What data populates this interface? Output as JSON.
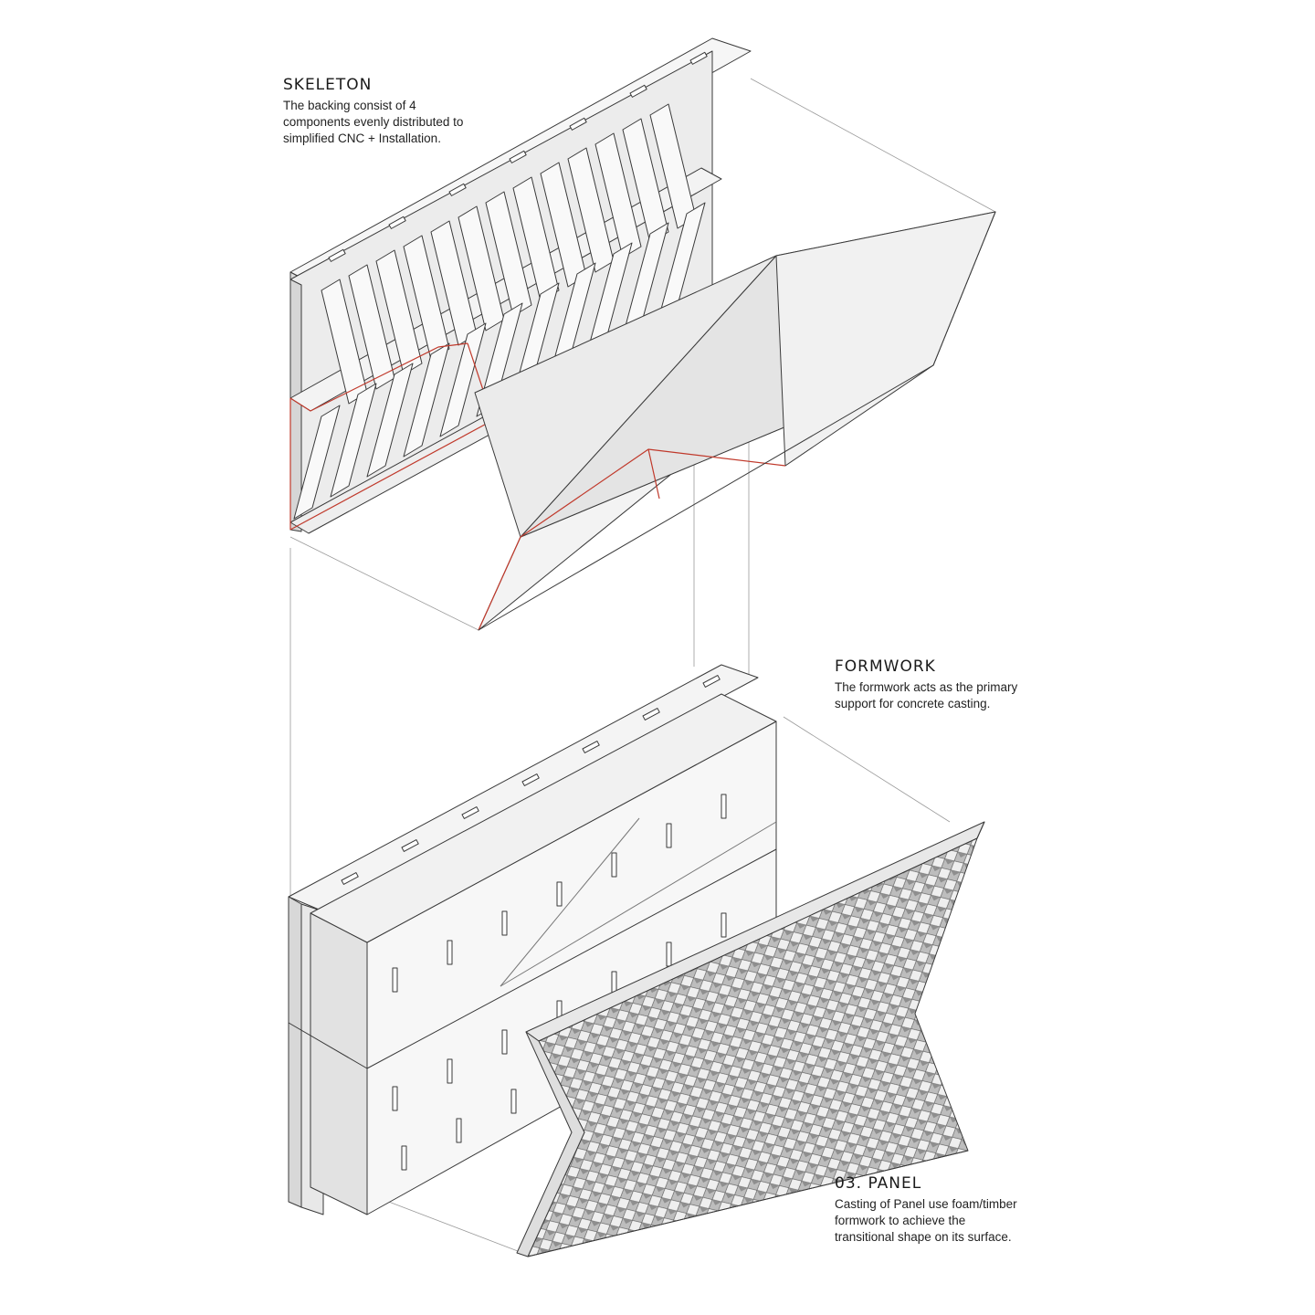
{
  "labels": {
    "skeleton": {
      "title": "SKELETON",
      "lines": [
        "The backing consist of 4",
        "components evenly distributed to",
        "simplified CNC + Installation."
      ]
    },
    "formwork": {
      "title": "FORMWORK",
      "lines": [
        "The formwork acts as the primary",
        "support for concrete casting."
      ]
    },
    "panel": {
      "title": "03.  PANEL",
      "lines": [
        "Casting of Panel use foam/timber",
        "formwork to achieve the",
        "transitional shape on its surface."
      ]
    }
  },
  "colors": {
    "background": "#ffffff",
    "linework": "#3a3a3a",
    "construction_lines": "#9a9a9a",
    "highlight": "#c0392b",
    "face_light": "#f6f6f6",
    "face_mid": "#e6e6e6",
    "face_dark": "#d2d2d2"
  }
}
